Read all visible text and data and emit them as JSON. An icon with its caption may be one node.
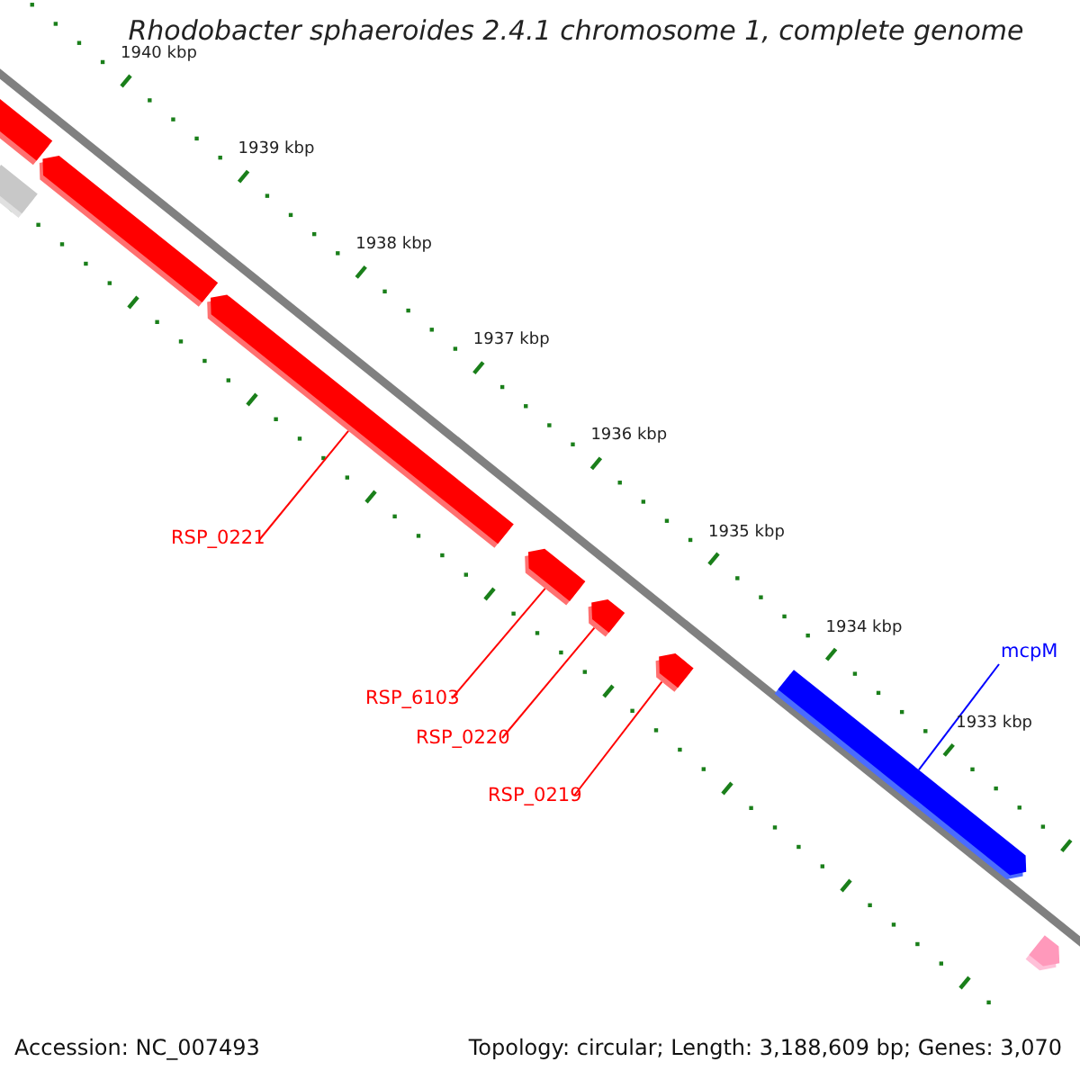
{
  "diagram": {
    "title": "Rhodobacter sphaeroides 2.4.1 chromosome 1, complete genome",
    "nodes": [
      {
        "text": [],
        "shape": "bar"
      },
      {
        "text": [],
        "shape": "bar"
      },
      {
        "text": [],
        "shape": "bar"
      },
      {
        "text": [],
        "shape": "bar"
      },
      {
        "text": [],
        "shape": "bar"
      },
      {
        "text": [],
        "shape": "bar"
      },
      {
        "text": [],
        "shape": "bar"
      },
      {
        "text": [],
        "shape": "bar"
      },
      {
        "text": [],
        "shape": "bar"
      },
      {
        "text": [
          "mcpM"
        ]
      },
      {
        "text": [
          "RSP_0221"
        ]
      },
      {
        "text": [
          "RSP_6103"
        ]
      },
      {
        "text": [
          "RSP_0220"
        ]
      },
      {
        "text": [
          "RSP_0219"
        ]
      }
    ],
    "edges": [
      {
        "from": 10,
        "to": 3,
        "arrow": "none"
      },
      {
        "from": 11,
        "to": 4,
        "arrow": "none"
      },
      {
        "from": 12,
        "to": 5,
        "arrow": "none"
      },
      {
        "from": 13,
        "to": 6,
        "arrow": "none"
      },
      {
        "from": 9,
        "to": 7,
        "arrow": "none",
        "color": "#0000ff"
      }
    ],
    "labels": [
      "1940 kbp",
      "1939 kbp",
      "1938 kbp",
      "1937 kbp",
      "1936 kbp",
      "1935 kbp",
      "1934 kbp",
      "1933 kbp",
      "Accession: NC_007493",
      "Topology: circular; Length: 3,188,609 bp; Genes: 3,070"
    ]
  }
}
